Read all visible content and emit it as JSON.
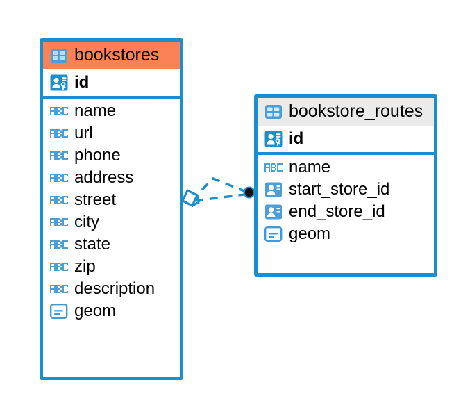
{
  "diagram": {
    "type": "entity-relationship-diagram",
    "background_color": "#ffffff",
    "accent_color": "#1a8fd0",
    "highlight_color": "#fb8254",
    "entities": [
      {
        "name": "bookstores",
        "header_style": "accent-orange",
        "table_icon": "table-icon",
        "primary_key": {
          "label": "id",
          "icon": "primary-key-icon"
        },
        "fields": [
          {
            "label": "name",
            "icon": "text-abc-icon"
          },
          {
            "label": "url",
            "icon": "text-abc-icon"
          },
          {
            "label": "phone",
            "icon": "text-abc-icon"
          },
          {
            "label": "address",
            "icon": "text-abc-icon"
          },
          {
            "label": "street",
            "icon": "text-abc-icon"
          },
          {
            "label": "city",
            "icon": "text-abc-icon"
          },
          {
            "label": "state",
            "icon": "text-abc-icon"
          },
          {
            "label": "zip",
            "icon": "text-abc-icon"
          },
          {
            "label": "description",
            "icon": "text-abc-icon"
          },
          {
            "label": "geom",
            "icon": "geometry-icon"
          }
        ]
      },
      {
        "name": "bookstore_routes",
        "header_style": "accent-gray",
        "table_icon": "table-icon",
        "primary_key": {
          "label": "id",
          "icon": "primary-key-icon"
        },
        "fields": [
          {
            "label": "name",
            "icon": "text-abc-icon"
          },
          {
            "label": "start_store_id",
            "icon": "foreign-key-icon"
          },
          {
            "label": "end_store_id",
            "icon": "foreign-key-icon"
          },
          {
            "label": "geom",
            "icon": "geometry-icon"
          }
        ]
      }
    ],
    "relationship": {
      "source_entity": "bookstores",
      "target_entity": "bookstore_routes",
      "line_style": "dashed",
      "source_marker": "diamond-outline",
      "target_marker": "filled-circle",
      "color": "#1a8fd0"
    }
  }
}
